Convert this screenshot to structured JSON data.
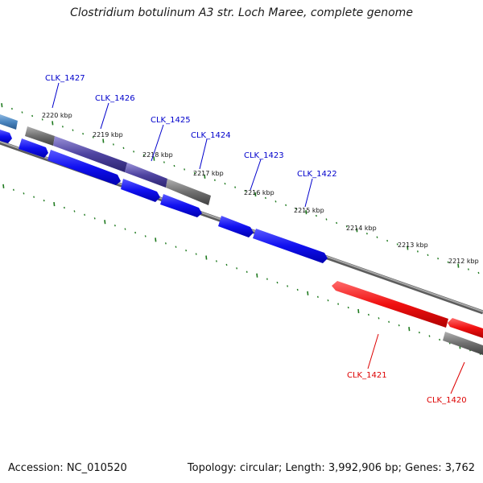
{
  "title": "Clostridium botulinum A3 str. Loch Maree, complete genome",
  "accession": "Accession: NC_010520",
  "topology_info": "Topology: circular; Length: 3,992,906 bp; Genes: 3,762",
  "colors": {
    "forward_cds": "#0000ee",
    "reverse_cds": "#ee0000",
    "gene_bar": "#6a6a6a",
    "highlight_bar": "#4a3f9a",
    "backbone": "#8c8c8c",
    "ticks": "#1f7a1f",
    "forward_label": "#0000cc",
    "reverse_label": "#dd0000"
  },
  "scale_labels": [
    "2220 kbp",
    "2219 kbp",
    "2218 kbp",
    "2217 kbp",
    "2216 kbp",
    "2215 kbp",
    "2214 kbp",
    "2213 kbp",
    "2212 kbp"
  ],
  "forward_genes": [
    "CLK_1427",
    "CLK_1426",
    "CLK_1425",
    "CLK_1424",
    "CLK_1423",
    "CLK_1422"
  ],
  "reverse_genes": [
    "CLK_1421",
    "CLK_1420"
  ]
}
